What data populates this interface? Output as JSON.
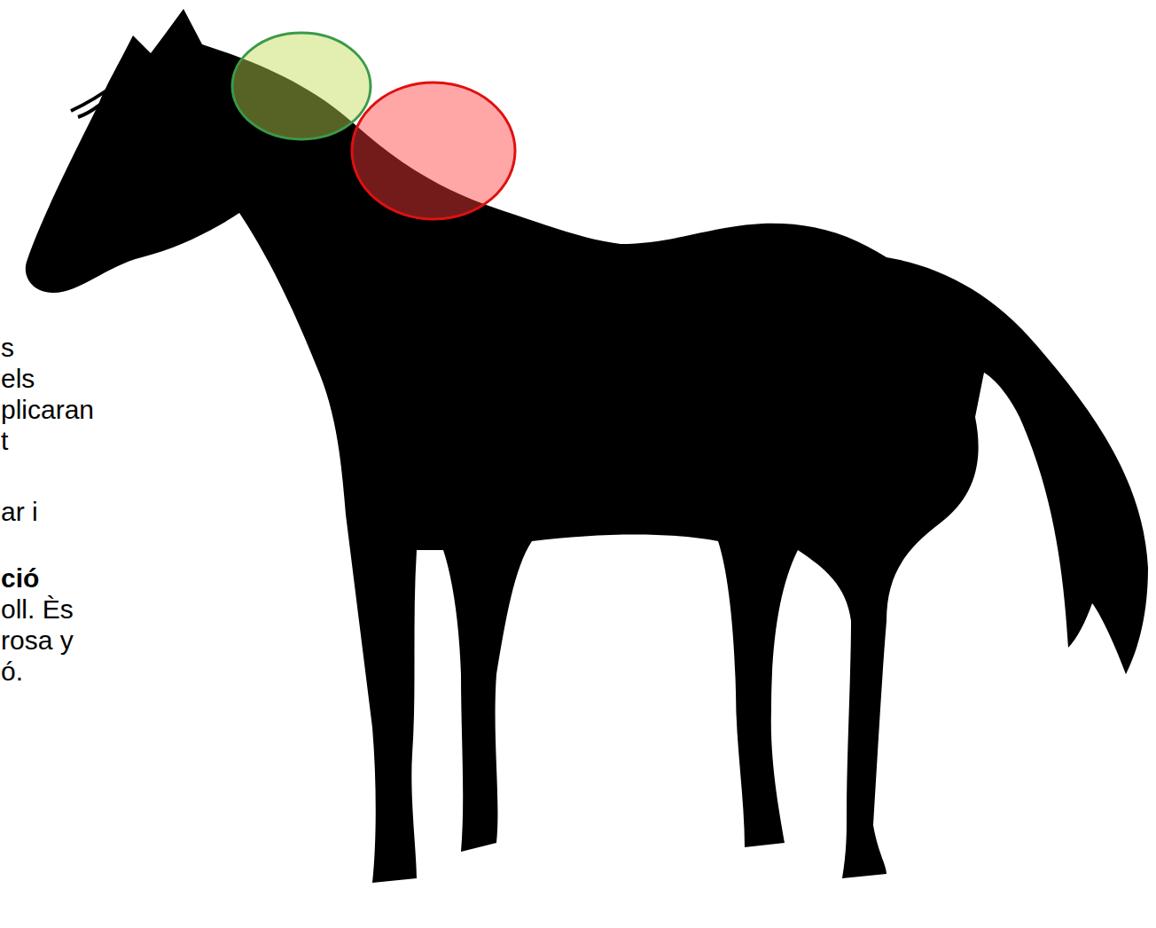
{
  "diagram": {
    "labels": [
      "s",
      "els",
      "plicaran",
      "t",
      "ar i",
      "ció",
      "oll. Ès",
      "rosa y",
      "ó."
    ]
  }
}
